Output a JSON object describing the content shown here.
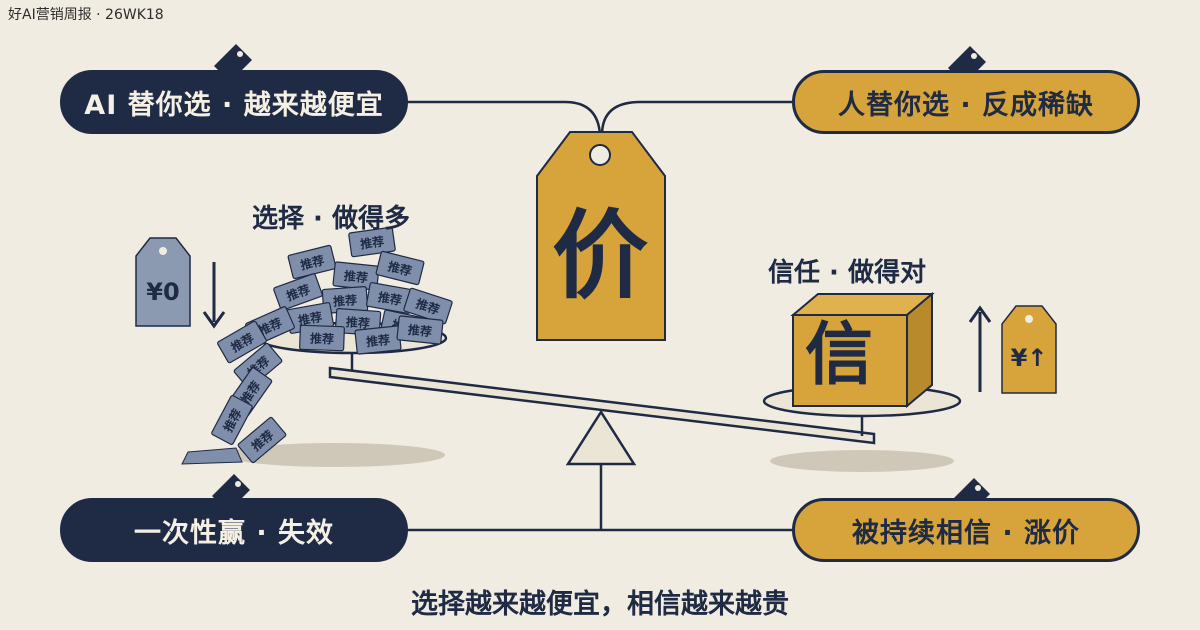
{
  "header": {
    "title": "好AI营销周报 · 26WK18"
  },
  "pills": {
    "top_left": "AI 替你选 · 越来越便宜",
    "top_right": "人替你选 · 反成稀缺",
    "bottom_left": "一次性赢 · 失效",
    "bottom_right": "被持续相信 · 涨价"
  },
  "center_tag": {
    "glyph": "价"
  },
  "left_pan": {
    "caption": "选择 · 做得多",
    "price": "¥0",
    "card_label": "推荐"
  },
  "right_pan": {
    "caption": "信任 · 做得对",
    "box_glyph": "信",
    "price": "¥↑"
  },
  "footer": "选择越来越便宜，相信越来越贵",
  "colors": {
    "navy": "#1f2b45",
    "gold": "#d6a43a",
    "grey_tag": "#8c9ab1",
    "background": "#f1ece1"
  }
}
